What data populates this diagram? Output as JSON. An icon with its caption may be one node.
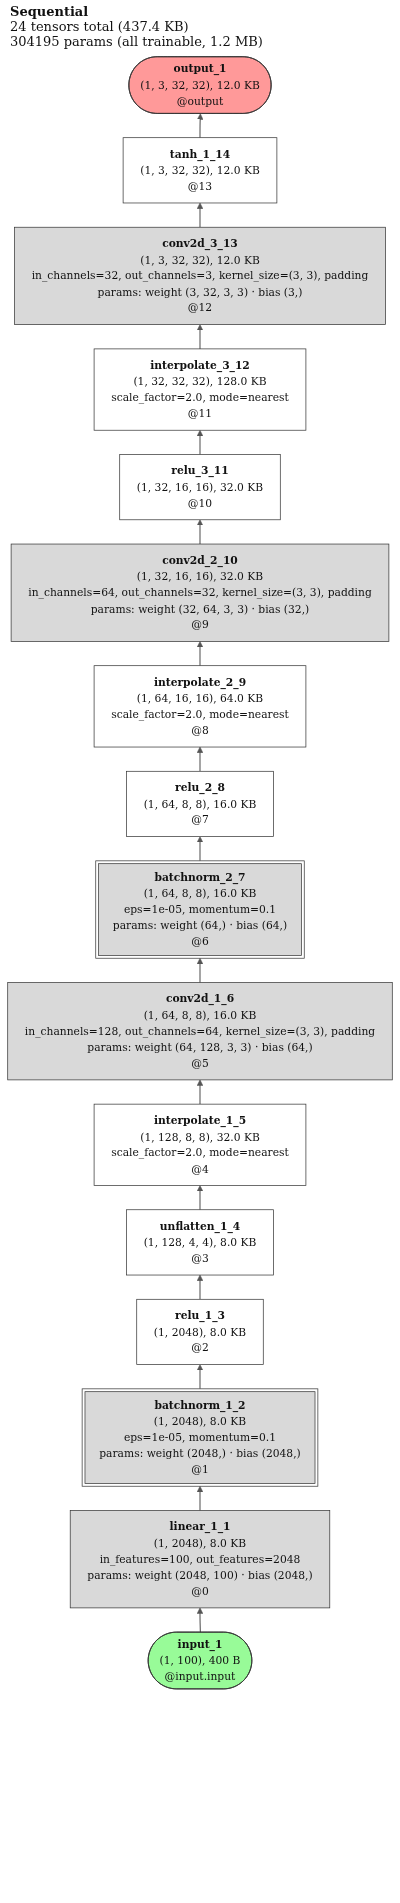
{
  "diagram": {
    "title": "Sequential",
    "nodes": [
      {
        "text": [
          "output_1",
          "(1, 3, 32, 32), 12.0 KB",
          "@output"
        ]
      },
      {
        "text": [
          "tanh_1_14",
          "(1, 3, 32, 32), 12.0 KB",
          "@13"
        ]
      },
      {
        "text": [
          "conv2d_3_13",
          "(1, 3, 32, 32), 12.0 KB",
          "in_channels=32, out_channels=3, kernel_size=(3, 3), padding",
          "params: weight (3, 32, 3, 3) · bias (3,)",
          "@12"
        ]
      },
      {
        "text": [
          "interpolate_3_12",
          "(1, 32, 32, 32), 128.0 KB",
          "scale_factor=2.0, mode=nearest",
          "@11"
        ]
      },
      {
        "text": [
          "relu_3_11",
          "(1, 32, 16, 16), 32.0 KB",
          "@10"
        ]
      },
      {
        "text": [
          "conv2d_2_10",
          "(1, 32, 16, 16), 32.0 KB",
          "in_channels=64, out_channels=32, kernel_size=(3, 3), padding",
          "params: weight (32, 64, 3, 3) · bias (32,)",
          "@9"
        ]
      },
      {
        "text": [
          "interpolate_2_9",
          "(1, 64, 16, 16), 64.0 KB",
          "scale_factor=2.0, mode=nearest",
          "@8"
        ]
      },
      {
        "text": [
          "relu_2_8",
          "(1, 64, 8, 8), 16.0 KB",
          "@7"
        ]
      },
      {
        "text": [
          "batchnorm_2_7",
          "(1, 64, 8, 8), 16.0 KB",
          "eps=1e-05, momentum=0.1",
          "params: weight (64,) · bias (64,)",
          "@6"
        ]
      },
      {
        "text": [
          "conv2d_1_6",
          "(1, 64, 8, 8), 16.0 KB",
          "in_channels=128, out_channels=64, kernel_size=(3, 3), padding",
          "params: weight (64, 128, 3, 3) · bias (64,)",
          "@5"
        ]
      },
      {
        "text": [
          "interpolate_1_5",
          "(1, 128, 8, 8), 32.0 KB",
          "scale_factor=2.0, mode=nearest",
          "@4"
        ]
      },
      {
        "text": [
          "unflatten_1_4",
          "(1, 128, 4, 4), 8.0 KB",
          "@3"
        ]
      },
      {
        "text": [
          "relu_1_3",
          "(1, 2048), 8.0 KB",
          "@2"
        ]
      },
      {
        "text": [
          "batchnorm_1_2",
          "(1, 2048), 8.0 KB",
          "eps=1e-05, momentum=0.1",
          "params: weight (2048,) · bias (2048,)",
          "@1"
        ]
      },
      {
        "text": [
          "linear_1_1",
          "(1, 2048), 8.0 KB",
          "in_features=100, out_features=2048",
          "params: weight (2048, 100) · bias (2048,)",
          "@0"
        ]
      },
      {
        "text": [
          "input_1",
          "(1, 100), 400 B",
          "@input.input"
        ]
      }
    ],
    "edges": [
      {
        "from": 15,
        "to": 14,
        "arrow": "to"
      },
      {
        "from": 14,
        "to": 13,
        "arrow": "to"
      },
      {
        "from": 13,
        "to": 12,
        "arrow": "to"
      },
      {
        "from": 12,
        "to": 11,
        "arrow": "to"
      },
      {
        "from": 11,
        "to": 10,
        "arrow": "to"
      },
      {
        "from": 10,
        "to": 9,
        "arrow": "to"
      },
      {
        "from": 9,
        "to": 8,
        "arrow": "to"
      },
      {
        "from": 8,
        "to": 7,
        "arrow": "to"
      },
      {
        "from": 7,
        "to": 6,
        "arrow": "to"
      },
      {
        "from": 6,
        "to": 5,
        "arrow": "to"
      },
      {
        "from": 5,
        "to": 4,
        "arrow": "to"
      },
      {
        "from": 4,
        "to": 3,
        "arrow": "to"
      },
      {
        "from": 3,
        "to": 2,
        "arrow": "to"
      },
      {
        "from": 2,
        "to": 1,
        "arrow": "to"
      },
      {
        "from": 1,
        "to": 0,
        "arrow": "to"
      }
    ],
    "labels": [
      "24 tensors total (437.4 KB)",
      "304195 params (all trainable, 1.2 MB)"
    ]
  }
}
